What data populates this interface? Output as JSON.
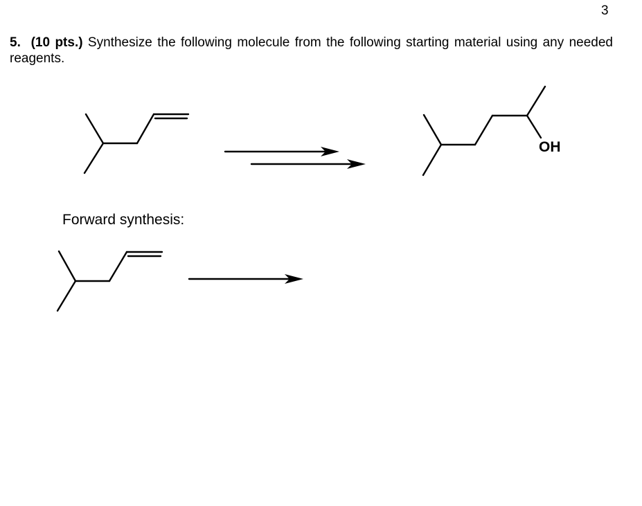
{
  "page": {
    "number": "3"
  },
  "question": {
    "number": "5.",
    "points": "(10 pts.)",
    "text": "Synthesize the following molecule from the following starting material using any needed reagents."
  },
  "scheme": {
    "starting_material": "alkene",
    "product": "alcohol",
    "product_label": "OH",
    "transformation_arrows": 2
  },
  "forward_synthesis": {
    "label": "Forward synthesis:",
    "arrows": 1
  }
}
